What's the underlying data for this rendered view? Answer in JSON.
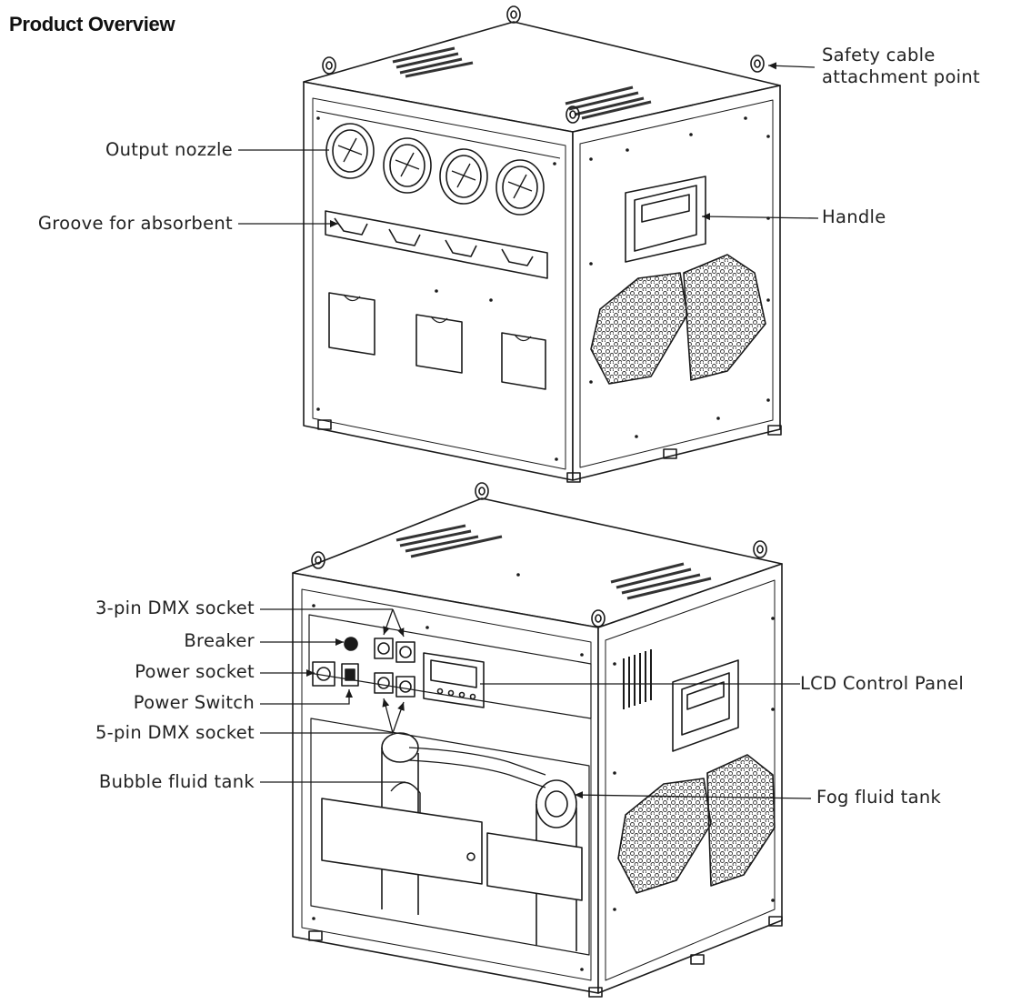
{
  "title": "Product Overview",
  "callouts": {
    "safety_cable_line1": "Safety cable",
    "safety_cable_line2": "attachment point",
    "output_nozzle": "Output nozzle",
    "groove_for_absorbent": "Groove for absorbent",
    "handle": "Handle",
    "dmx_3pin": "3-pin DMX socket",
    "breaker": "Breaker",
    "power_socket": "Power socket",
    "power_switch": "Power Switch",
    "dmx_5pin": "5-pin DMX socket",
    "bubble_fluid_tank": "Bubble fluid tank",
    "lcd_control_panel": "LCD Control Panel",
    "fog_fluid_tank": "Fog fluid tank"
  },
  "colors": {
    "line": "#1a1a1a",
    "vent": "#333333",
    "text": "#222222"
  }
}
